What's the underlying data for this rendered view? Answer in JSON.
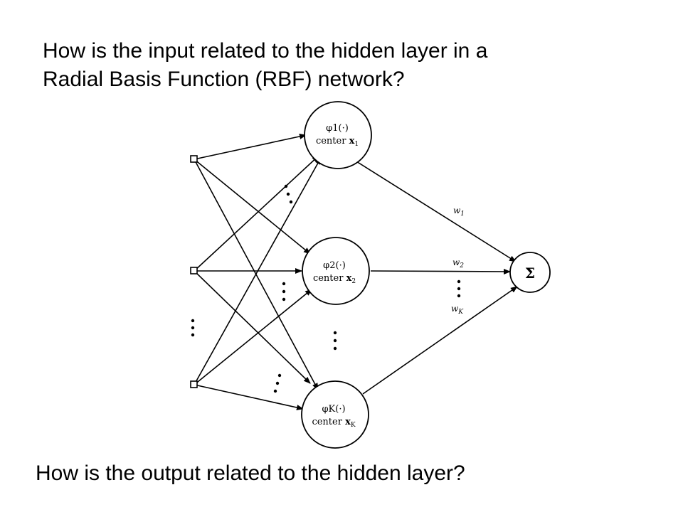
{
  "questions": {
    "top_line1": "How is the input related to the hidden layer in a",
    "top_line2": "Radial Basis Function (RBF) network?",
    "bottom": "How is the output related to the hidden layer?"
  },
  "diagram": {
    "hidden_nodes": [
      {
        "function": "φ1(·)",
        "center_label": "center ",
        "center_var": "x",
        "center_sub": "1"
      },
      {
        "function": "φ2(·)",
        "center_label": "center ",
        "center_var": "x",
        "center_sub": "2"
      },
      {
        "function": "φK(·)",
        "center_label": "center ",
        "center_var": "x",
        "center_sub": "K"
      }
    ],
    "weights": [
      {
        "name": "w",
        "sub": "1"
      },
      {
        "name": "w",
        "sub": "2"
      },
      {
        "name": "w",
        "sub": "K"
      }
    ],
    "output_symbol": "Σ"
  },
  "colors": {
    "stroke": "#000000",
    "background": "#ffffff"
  }
}
